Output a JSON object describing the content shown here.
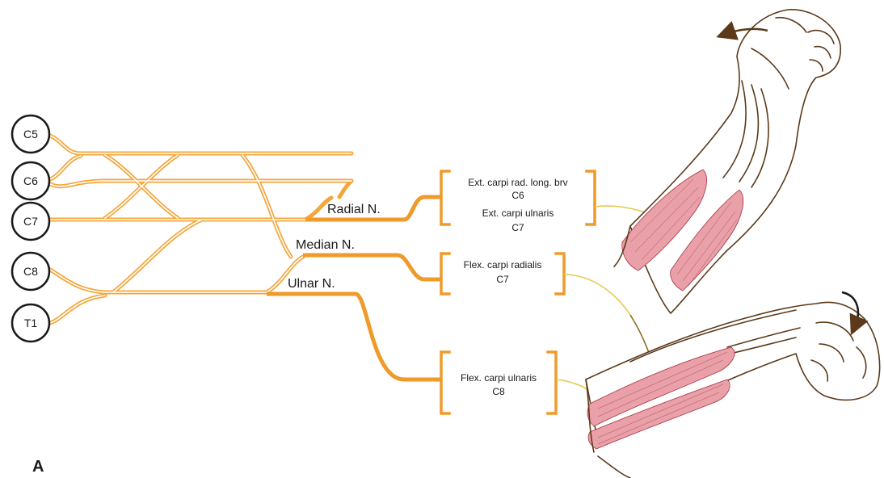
{
  "colors": {
    "nerve": "#f4a63a",
    "nerve_dark": "#e8952a",
    "muscle": "#e9a0a8",
    "muscle_dark": "#a8323f",
    "connector": "#e7c84f",
    "connector_dark": "#8a6d1a",
    "outline": "#5a3a1a"
  },
  "roots": [
    "C5",
    "C6",
    "C7",
    "C8",
    "T1"
  ],
  "nerves": {
    "radial": "Radial N.",
    "median": "Median  N.",
    "ulnar": "Ulnar N."
  },
  "muscles": {
    "radial_1": "Ext. carpi rad. long. brv",
    "radial_2": "C6",
    "radial_3": "Ext. carpi ulnaris",
    "radial_4": "C7",
    "median_1": "Flex. carpi radialis",
    "median_2": "C7",
    "ulnar_1": "Flex. carpi ulnaris",
    "ulnar_2": "C8"
  },
  "panel_label": "A",
  "icons": {
    "extension_arrow": "curved-arrow-left-icon",
    "flexion_arrow": "curved-arrow-down-icon"
  }
}
